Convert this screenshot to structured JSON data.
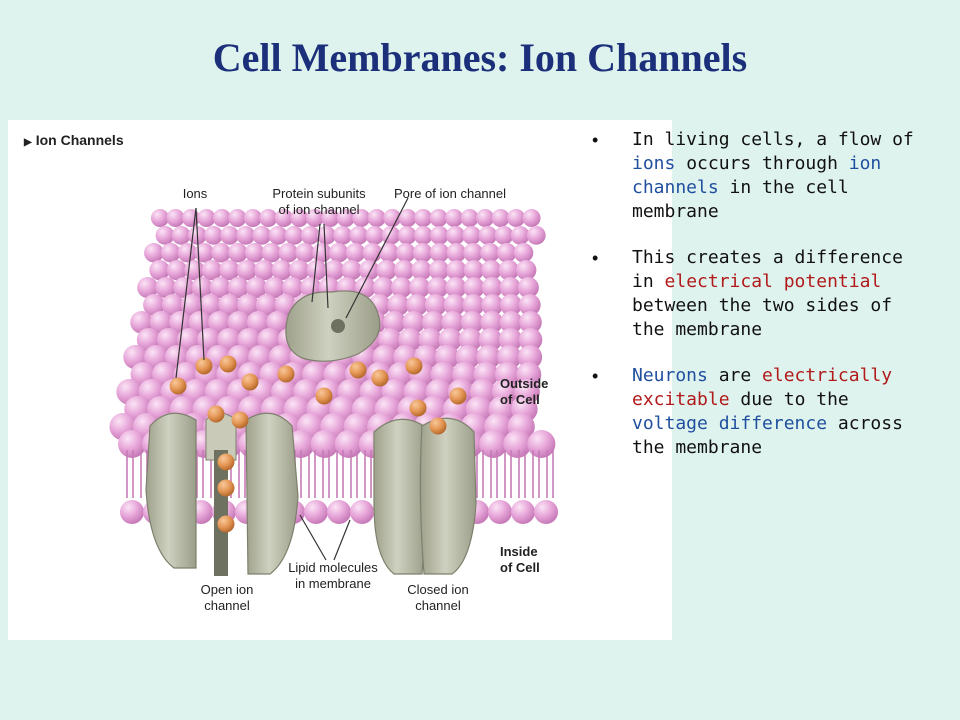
{
  "title": "Cell Membranes: Ion Channels",
  "figure": {
    "heading": "Ion Channels",
    "labels": {
      "ions": "Ions",
      "protein_subunits": "Protein subunits\nof ion channel",
      "pore": "Pore of ion channel",
      "outside": "Outside\nof Cell",
      "inside": "Inside\nof Cell",
      "lipid": "Lipid molecules\nin membrane",
      "open_channel": "Open ion\nchannel",
      "closed_channel": "Closed ion\nchannel"
    }
  },
  "bullets": [
    {
      "parts": [
        {
          "text": "In living cells, a flow of ",
          "color": "default"
        },
        {
          "text": "ions",
          "color": "blue"
        },
        {
          "text": " occurs through ",
          "color": "default"
        },
        {
          "text": "ion channels",
          "color": "blue"
        },
        {
          "text": " in the cell membrane",
          "color": "default"
        }
      ]
    },
    {
      "parts": [
        {
          "text": "This creates a difference in ",
          "color": "default"
        },
        {
          "text": "electrical potential",
          "color": "red"
        },
        {
          "text": " between the two sides of the membrane",
          "color": "default"
        }
      ]
    },
    {
      "parts": [
        {
          "text": "Neurons",
          "color": "blue"
        },
        {
          "text": " are ",
          "color": "default"
        },
        {
          "text": "electrically excitable",
          "color": "red"
        },
        {
          "text": " due to the ",
          "color": "default"
        },
        {
          "text": "voltage difference",
          "color": "blue"
        },
        {
          "text": " across the membrane",
          "color": "default"
        }
      ]
    }
  ],
  "bullet_glyph": "•",
  "colors": {
    "background": "#dff3ee",
    "title": "#1b2f7a",
    "blue_text": "#1f4f9e",
    "red_text": "#b11a1a",
    "lipid_head": "#e7a6d9",
    "protein": "#b5b8a4",
    "ion": "#e39452"
  }
}
